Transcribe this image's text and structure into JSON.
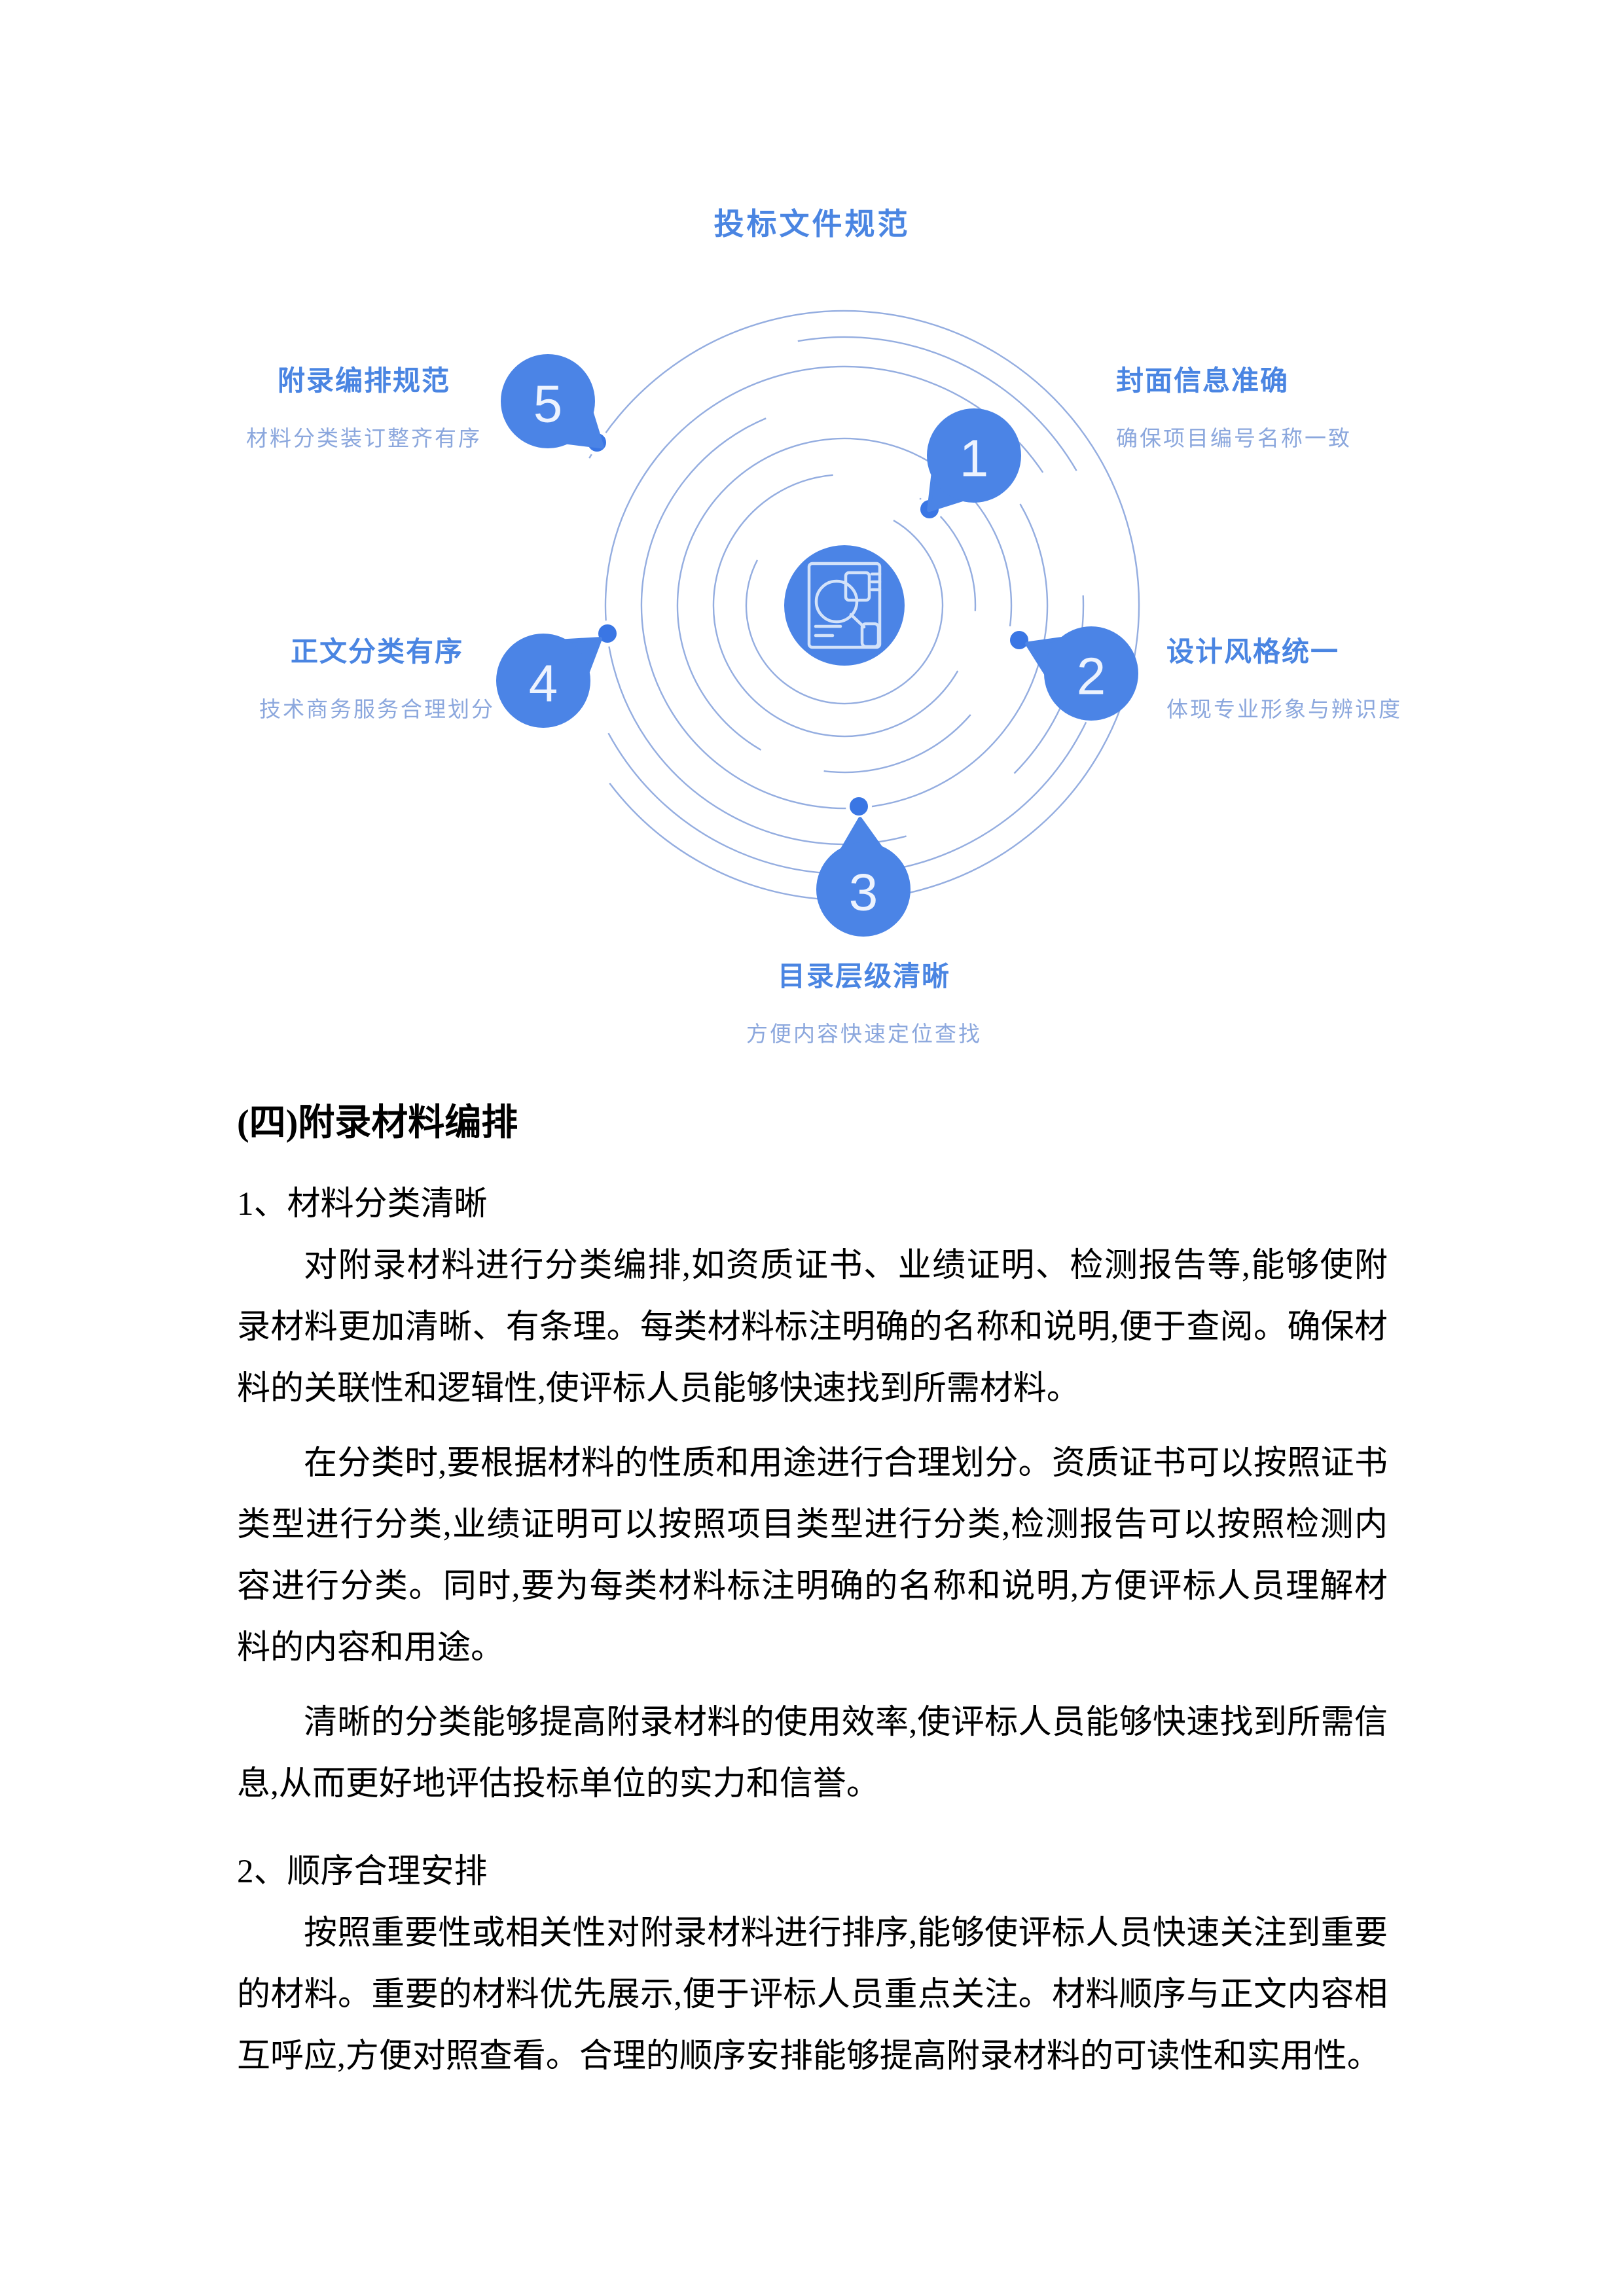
{
  "diagram": {
    "title": "投标文件规范",
    "accent": "#4a85e2",
    "accent_light": "#8ba7dd",
    "bubble_color": "#4b84e6",
    "orbit_color": "#89a5dd",
    "center_icon": "document-analysis-icon",
    "nodes": [
      {
        "number": "1",
        "label": "封面信息准确",
        "subtitle": "确保项目编号名称一致"
      },
      {
        "number": "2",
        "label": "设计风格统一",
        "subtitle": "体现专业形象与辨识度"
      },
      {
        "number": "3",
        "label": "目录层级清晰",
        "subtitle": "方便内容快速定位查找"
      },
      {
        "number": "4",
        "label": "正文分类有序",
        "subtitle": "技术商务服务合理划分"
      },
      {
        "number": "5",
        "label": "附录编排规范",
        "subtitle": "材料分类装订整齐有序"
      }
    ]
  },
  "document": {
    "section_heading": "(四)附录材料编排",
    "subsections": [
      {
        "heading": "1、材料分类清晰",
        "paragraphs": [
          "对附录材料进行分类编排,如资质证书、业绩证明、检测报告等,能够使附录材料更加清晰、有条理。每类材料标注明确的名称和说明,便于查阅。确保材料的关联性和逻辑性,使评标人员能够快速找到所需材料。",
          "在分类时,要根据材料的性质和用途进行合理划分。资质证书可以按照证书类型进行分类,业绩证明可以按照项目类型进行分类,检测报告可以按照检测内容进行分类。同时,要为每类材料标注明确的名称和说明,方便评标人员理解材料的内容和用途。",
          "清晰的分类能够提高附录材料的使用效率,使评标人员能够快速找到所需信息,从而更好地评估投标单位的实力和信誉。"
        ]
      },
      {
        "heading": "2、顺序合理安排",
        "paragraphs": [
          "按照重要性或相关性对附录材料进行排序,能够使评标人员快速关注到重要的材料。重要的材料优先展示,便于评标人员重点关注。材料顺序与正文内容相互呼应,方便对照查看。合理的顺序安排能够提高附录材料的可读性和实用性。"
        ]
      }
    ]
  }
}
